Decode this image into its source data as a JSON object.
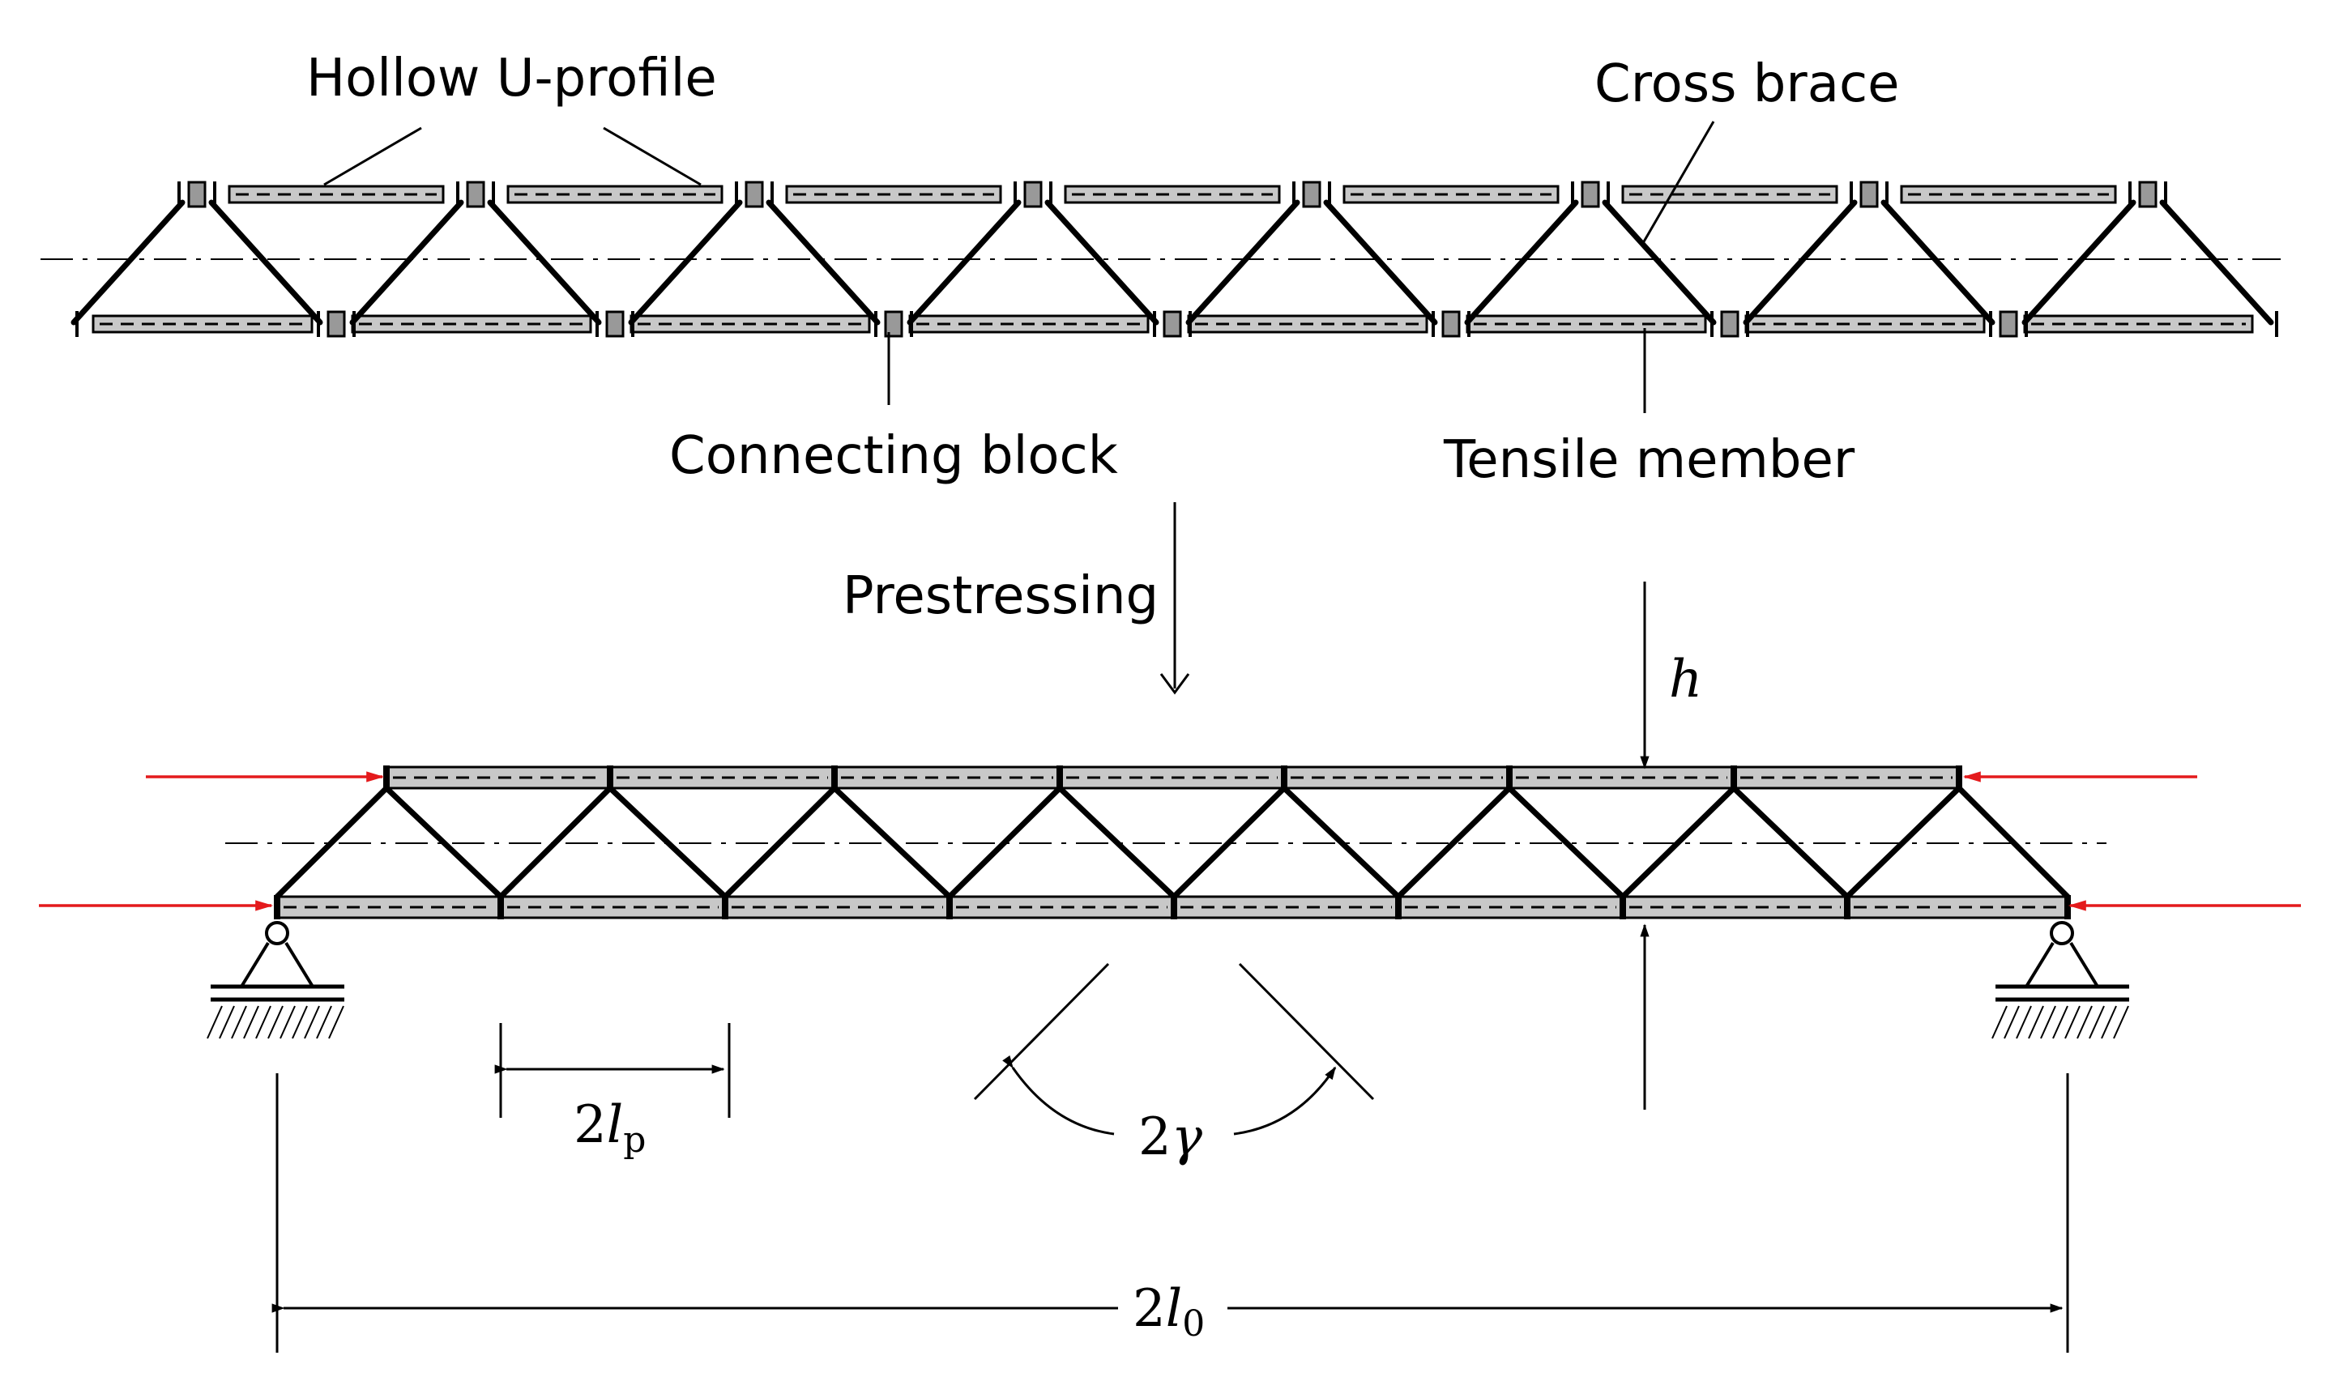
{
  "labels": {
    "hollow_u_profile": "Hollow U-profile",
    "cross_brace": "Cross brace",
    "connecting_block": "Connecting block",
    "tensile_member": "Tensile member",
    "prestressing": "Prestressing",
    "height_symbol": "h",
    "panel_length_coef": "2",
    "panel_length_var": "l",
    "panel_length_sub": "p",
    "angle_coef": "2",
    "angle_var": "γ",
    "span_coef": "2",
    "span_var": "l",
    "span_sub": "0"
  },
  "colors": {
    "line": "#000000",
    "member_fill": "#c8c8c8",
    "force_arrow": "#e41a1c"
  }
}
